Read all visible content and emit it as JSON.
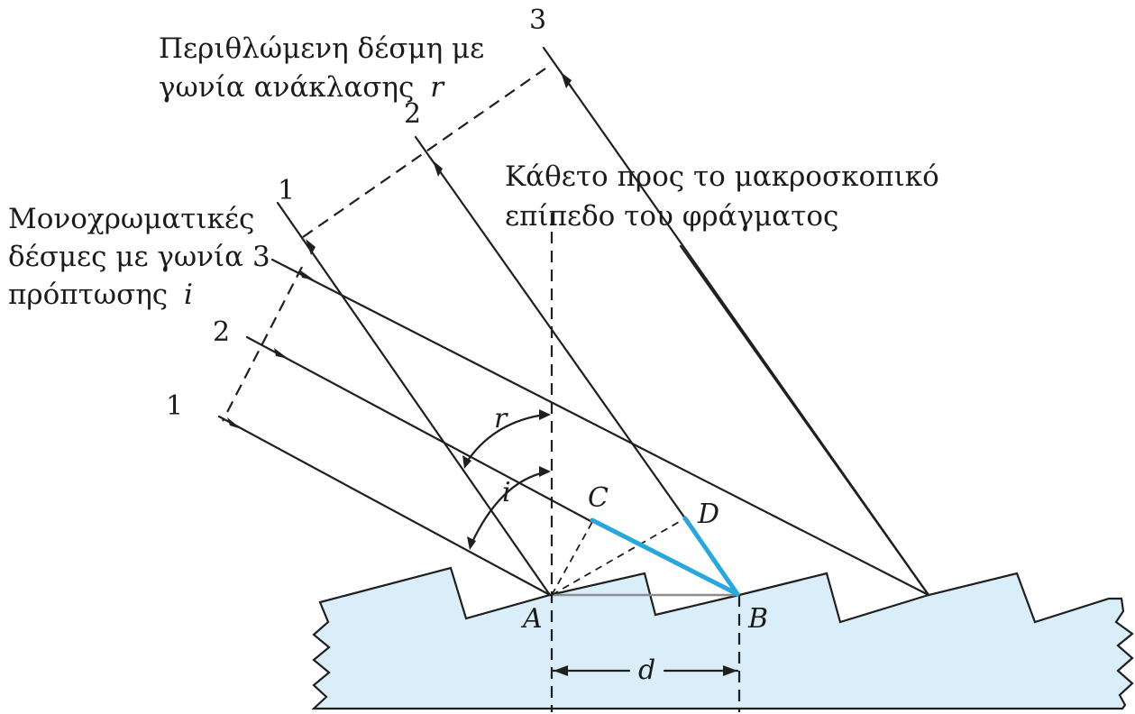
{
  "labels": {
    "diffracted_beam_line1": "Περιθλώμενη δέσμη με",
    "diffracted_beam_line2": "γωνία ανάκλασης",
    "diffracted_beam_symbol": "r",
    "normal_line1": "Κάθετο προς το μακροσκοπικό",
    "normal_line2": "επίπεδο του φράγματος",
    "incident_line1": "Μονοχρωματικές",
    "incident_line2": "δέσμες με γωνία 3",
    "incident_line3": "πρόπτωσης",
    "incident_symbol": "i"
  },
  "beam_numbers": {
    "diffracted": [
      "1",
      "2",
      "3"
    ],
    "incident": [
      "1",
      "2"
    ]
  },
  "points": {
    "A": "A",
    "B": "B",
    "C": "C",
    "D": "D"
  },
  "angles": {
    "reflection": "r",
    "incidence": "i"
  },
  "spacing": "d",
  "colors": {
    "grating_fill": "#d9eef8",
    "path_difference": "#29a6dc",
    "ink": "#1f1f1f"
  }
}
